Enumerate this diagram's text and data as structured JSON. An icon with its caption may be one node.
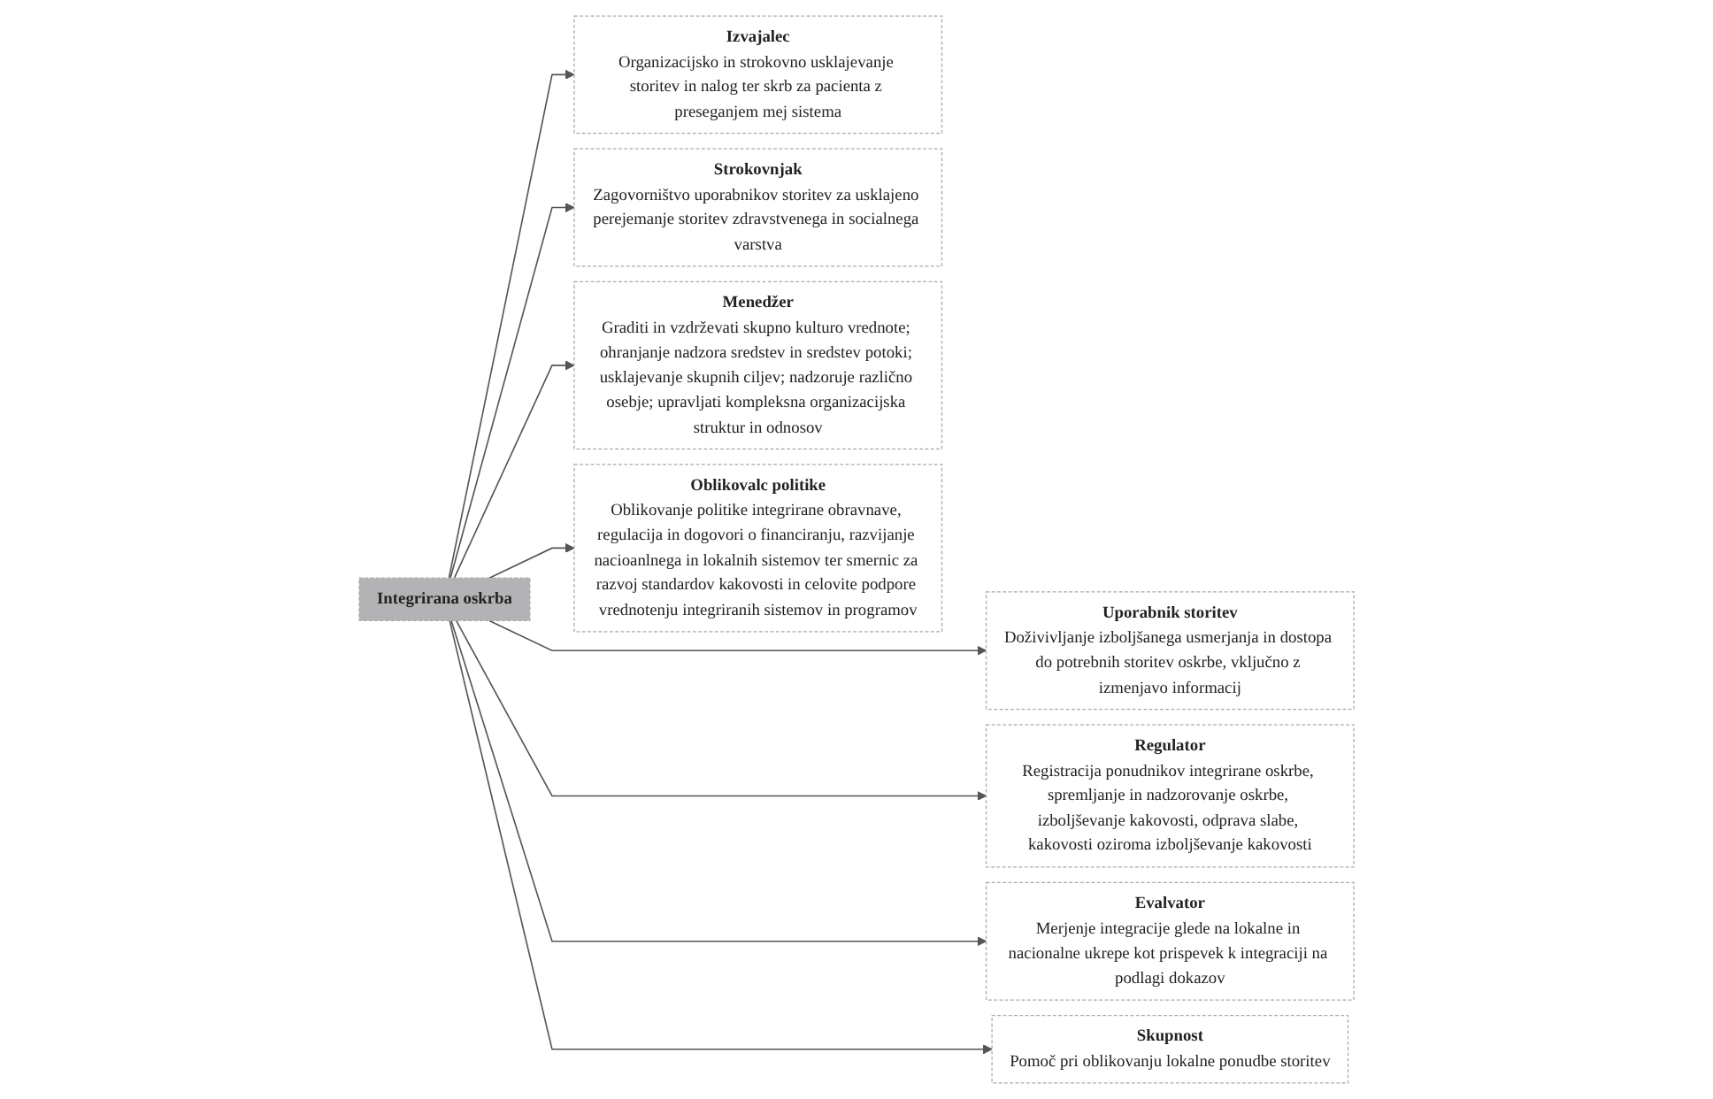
{
  "diagram": {
    "nodes": [
      {
        "text": [
          "Izvajalec",
          "Organizacijsko in strokovno usklajevanje storitev in nalog ter skrb za pacienta z preseganjem mej sistema"
        ]
      },
      {
        "text": [
          "Strokovnjak",
          "Zagovorništvo uporabnikov storitev za usklajeno perejemanje storitev zdravstvenega in socialnega varstva"
        ]
      },
      {
        "text": [
          "Menedžer",
          "Graditi in vzdrževati skupno kulturo vrednote; ohranjanje nadzora sredstev in sredstev potoki; usklajevanje skupnih ciljev; nadzoruje različno osebje; upravljati kompleksna organizacijska struktur in odnosov"
        ]
      },
      {
        "text": [
          "Oblikovalc politike",
          "Oblikovanje politike integrirane obravnave, regulacija in dogovori o financiranju, razvijanje nacioanlnega in lokalnih sistemov ter smernic za razvoj standardov kakovosti in celovite podpore vrednotenju integriranih sistemov in programov"
        ]
      },
      {
        "text": [
          "Integrirana oskrba"
        ]
      },
      {
        "text": [
          "Uporabnik storitev",
          "Doživivljanje izboljšanega usmerjanja in dostopa do potrebnih storitev oskrbe, vključno z izmenjavo informacij"
        ]
      },
      {
        "text": [
          "Regulator",
          "Registracija ponudnikov integrirane oskrbe, spremljanje in nadzorovanje oskrbe, izboljševanje kakovosti, odprava slabe, kakovosti oziroma izboljševanje kakovosti"
        ]
      },
      {
        "text": [
          "Evalvator",
          "Merjenje integracije glede na lokalne in nacionalne ukrepe kot prispevek k integraciji na podlagi dokazov"
        ]
      },
      {
        "text": [
          "Skupnost",
          "Pomoč pri oblikovanju lokalne ponudbe storitev"
        ]
      }
    ],
    "edges": [
      {
        "from": 4,
        "to": 0,
        "arrow": "to"
      },
      {
        "from": 4,
        "to": 1,
        "arrow": "to"
      },
      {
        "from": 4,
        "to": 3,
        "arrow": "to"
      },
      {
        "from": 4,
        "to": 2,
        "arrow": "to"
      },
      {
        "from": 4,
        "to": 5,
        "arrow": "to"
      },
      {
        "from": 4,
        "to": 6,
        "arrow": "to"
      },
      {
        "from": 4,
        "to": 7,
        "arrow": "to"
      },
      {
        "from": 4,
        "to": 8,
        "arrow": "to"
      }
    ]
  }
}
